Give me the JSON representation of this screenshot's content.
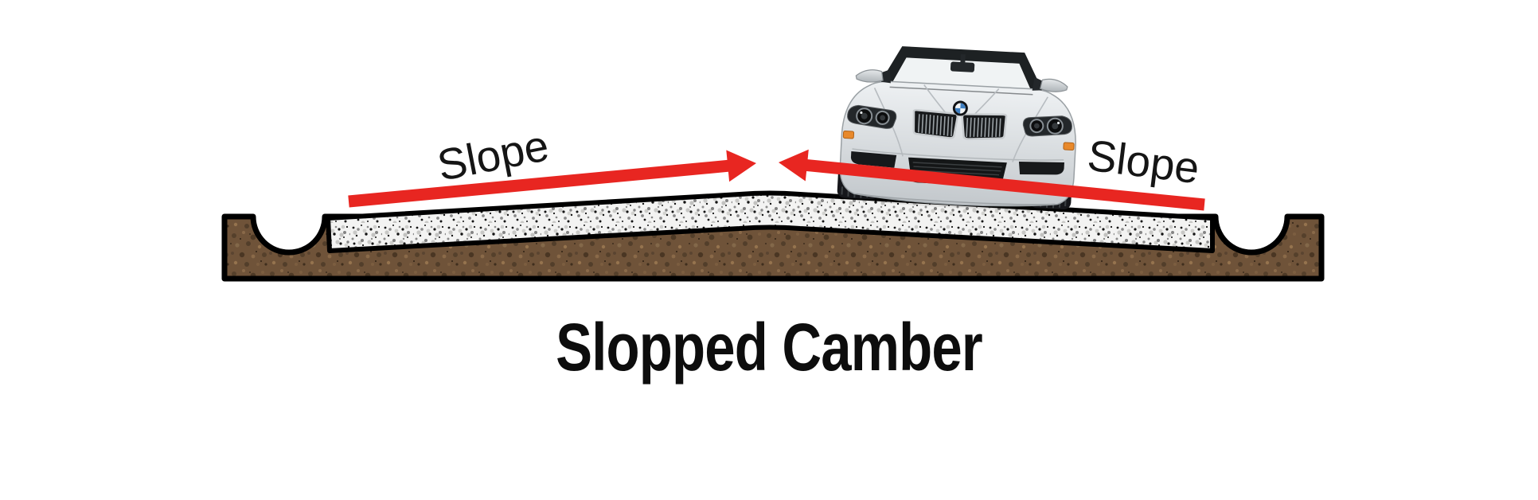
{
  "title": {
    "text": "Slopped Camber"
  },
  "annotations": {
    "left_slope": {
      "label": "Slope",
      "arrow_points": "toward road centerline (rightward, uphill)"
    },
    "right_slope": {
      "label": "Slope",
      "arrow_points": "toward road centerline (leftward, uphill)"
    }
  },
  "scene": {
    "description": "Cross-section of a crowned (cambered) road: speckled gravel pavement slab sloping down from a central crown, resting on a brown earth subgrade with a semicircular side drain at each edge; a silver convertible car sits on the crown; two red arrows labelled Slope point up each incline toward the centerline."
  },
  "colors": {
    "background": "#ffffff",
    "arrow_red": "#e82621",
    "outline_black": "#000000",
    "soil_brown": "#6f5339",
    "gravel_light": "#f3f3f2",
    "car_silver": "#d9dde0",
    "bmw_roundel_blue": "#3e7fc1",
    "marker_orange": "#e8892b",
    "text_black": "#111111"
  }
}
